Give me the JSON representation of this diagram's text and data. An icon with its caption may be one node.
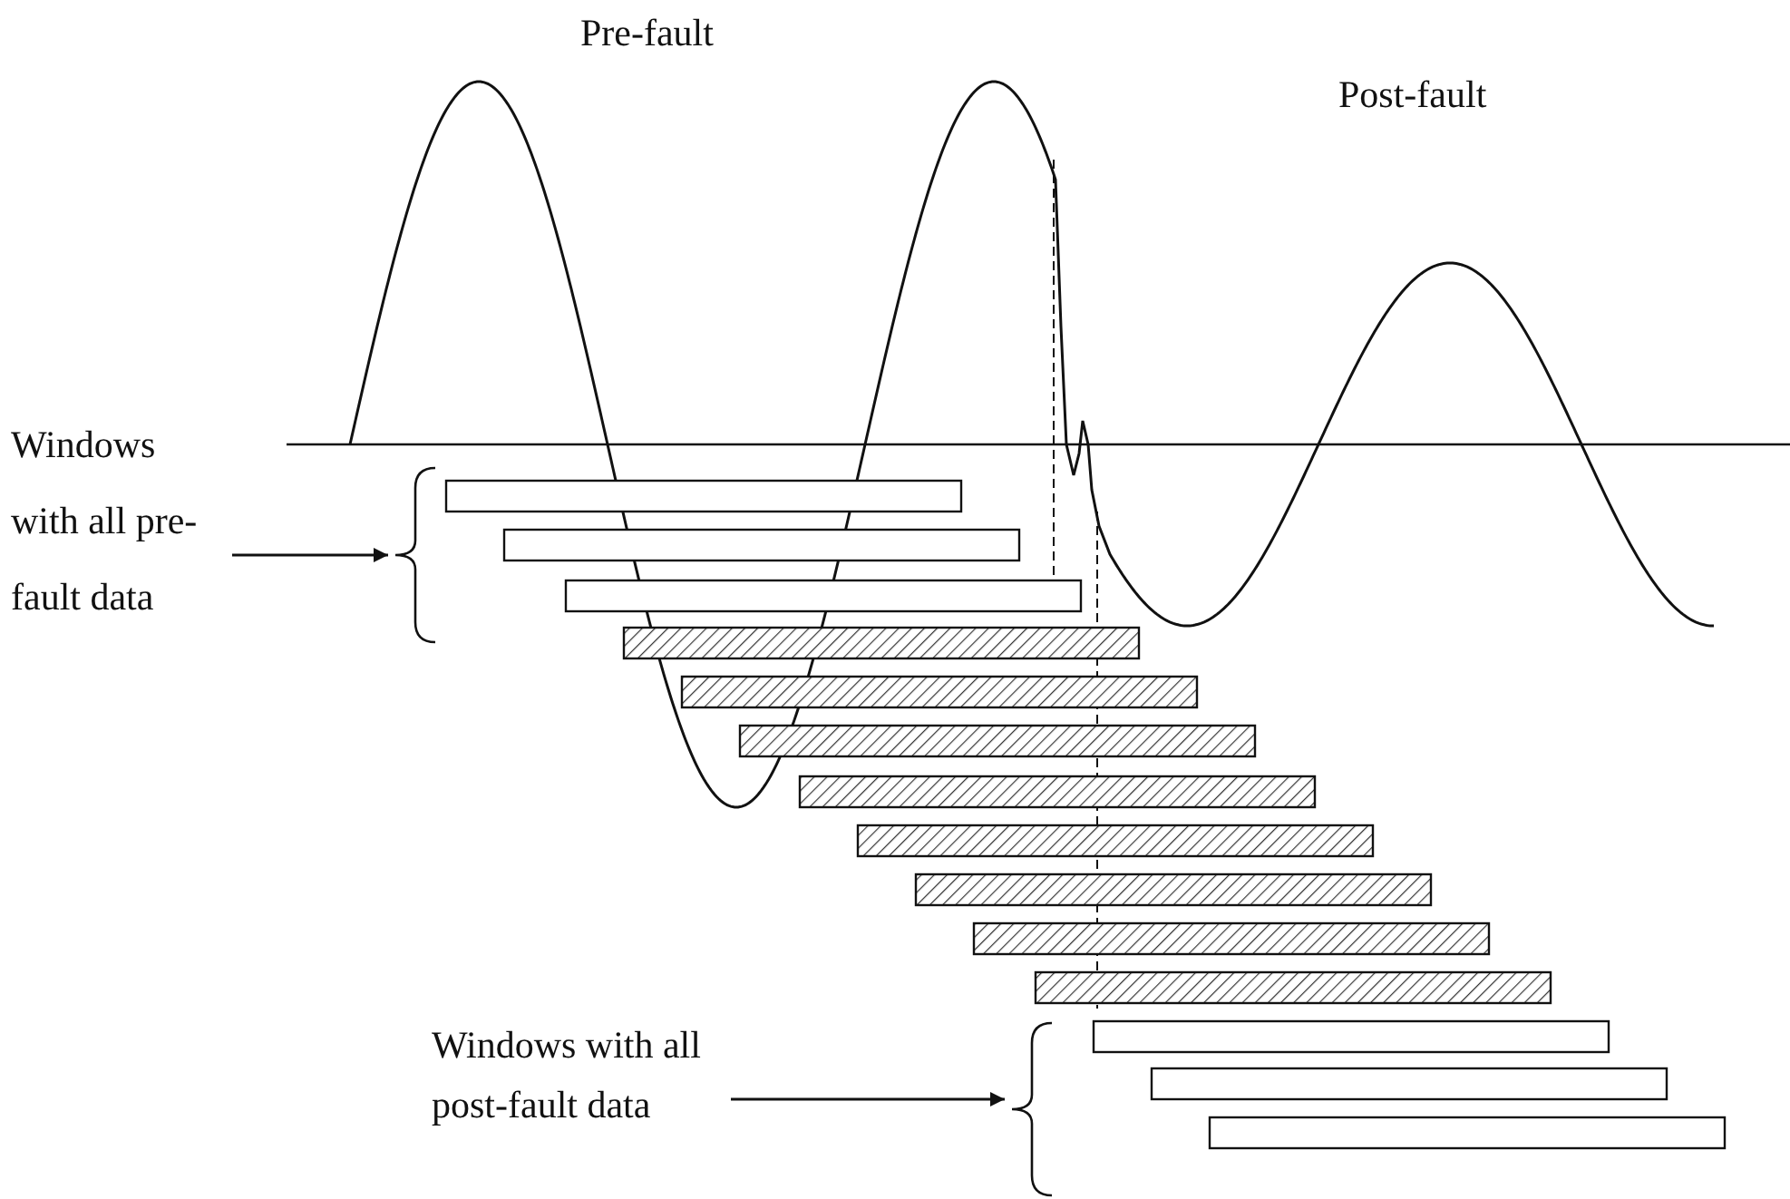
{
  "diagram": {
    "nodes": [
      {
        "text": [
          "Windows with all pre-fault data"
        ]
      },
      {
        "text": [],
        "shape": "bracket"
      },
      {
        "text": [
          "Windows with all post-fault data"
        ]
      },
      {
        "text": [],
        "shape": "bracket"
      }
    ],
    "edges": [
      {
        "from": 0,
        "to": 1,
        "arrow": "to"
      },
      {
        "from": 2,
        "to": 3,
        "arrow": "to"
      }
    ],
    "labels": [
      "Pre-fault",
      "Post-fault"
    ]
  }
}
